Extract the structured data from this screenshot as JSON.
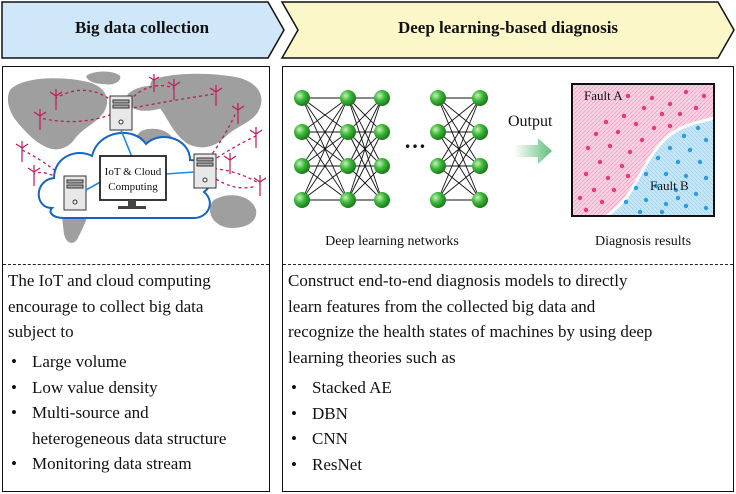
{
  "header": {
    "left_title": "Big data collection",
    "right_title": "Deep learning-based diagnosis"
  },
  "left_panel": {
    "cloud_label_line1": "IoT & Cloud",
    "cloud_label_line2": "Computing",
    "intro_lines": [
      "The IoT and cloud computing",
      "encourage to collect big data",
      "subject to"
    ],
    "bullets": [
      "Large volume",
      "Low value density",
      "Multi-source and",
      "heterogeneous data structure",
      "Monitoring data stream"
    ]
  },
  "right_panel": {
    "network_caption": "Deep learning networks",
    "ellipsis": "…",
    "output_label": "Output",
    "results_caption": "Diagnosis results",
    "fault_a": "Fault A",
    "fault_b": "Fault B",
    "intro_lines": [
      "Construct end-to-end diagnosis models to directly",
      "learn features from the collected big data and",
      "recognize the health states of machines by using deep",
      "learning theories such as"
    ],
    "bullets": [
      "Stacked AE",
      "DBN",
      "CNN",
      "ResNet"
    ]
  },
  "colors": {
    "left_banner": "#cfe7f8",
    "right_banner": "#fbf7c8",
    "fault_a": "#e43a7b",
    "fault_b": "#2e9be0",
    "node_green": "#3cb93a",
    "arrow_green": "#5ec07a"
  }
}
